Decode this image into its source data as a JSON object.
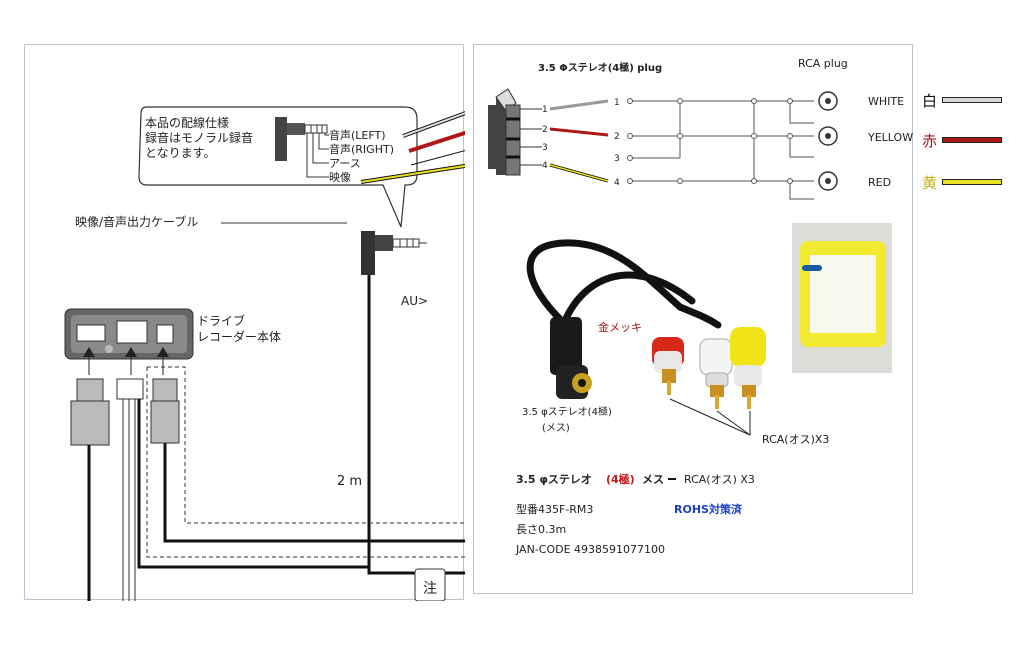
{
  "left": {
    "spec_note_line1": "本品の配線仕様",
    "spec_note_line2": "録音はモノラル録音",
    "spec_note_line3": "となります。",
    "pin_left": "音声(LEFT)",
    "pin_right": "音声(RIGHT)",
    "pin_ground": "アース",
    "pin_video": "映像",
    "cable_label": "映像/音声出力ケーブル",
    "aux_label": "AU>",
    "recorder_label_line1": "ドライブ",
    "recorder_label_line2": "レコーダー本体",
    "length_label": "2 m",
    "edge_char": "注"
  },
  "right": {
    "plug_title": "3.5 Φステレオ(4極) plug",
    "rca_title": "RCA plug",
    "pins": [
      "1",
      "2",
      "3",
      "4"
    ],
    "rca_pins": [
      "1",
      "2",
      "3",
      "4"
    ],
    "colors": [
      {
        "name": "WHITE",
        "kanji": "白",
        "hex": "#d8d8d8"
      },
      {
        "name": "YELLOW",
        "kanji": "赤",
        "hex": "#b01818"
      },
      {
        "name": "RED",
        "kanji": "黄",
        "hex": "#e8e020"
      }
    ],
    "gold_label": "金メッキ",
    "female_label_line1": "3.5 φステレオ(4極)",
    "female_label_line2": "(メス)",
    "rca_male_label": "RCA(オス)X3",
    "title_part1": "3.5 φステレオ",
    "title_part2": "(4極)",
    "title_part3": "メス",
    "title_part4": "RCA(オス) X3",
    "model": "型番435F-RM3",
    "rohs": "ROHS対策済",
    "length": "長さ0.3m",
    "jan": "JAN-CODE 4938591077100"
  }
}
